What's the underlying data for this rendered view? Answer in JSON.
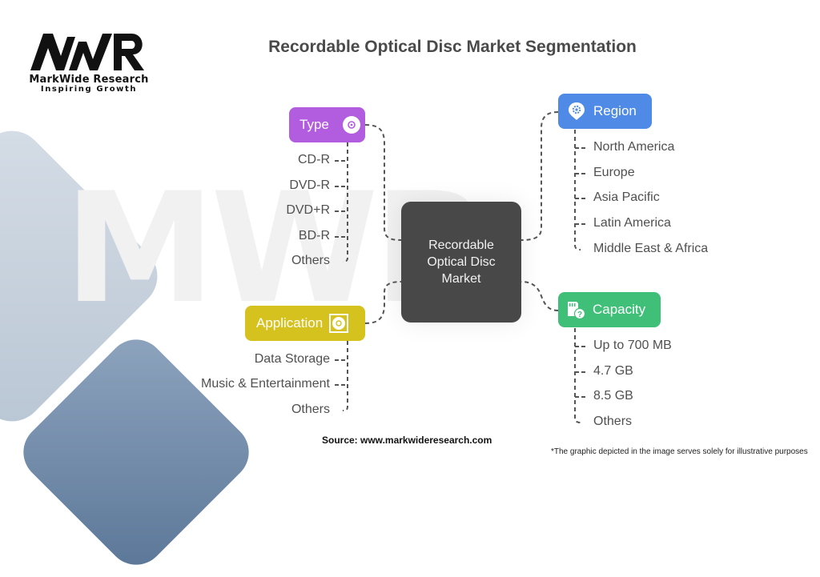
{
  "logo": {
    "mark": "MWR",
    "name": "MarkWide Research",
    "tagline": "Inspiring Growth"
  },
  "title": "Recordable Optical Disc Market Segmentation",
  "center": {
    "label": "Recordable Optical Disc Market",
    "color": "#484848"
  },
  "categories": [
    {
      "id": "type",
      "label": "Type",
      "icon": "disc-icon",
      "color": "#b25ce0",
      "items": [
        "CD-R",
        "DVD-R",
        "DVD+R",
        "BD-R",
        "Others"
      ]
    },
    {
      "id": "region",
      "label": "Region",
      "icon": "location-pin-gear-icon",
      "color": "#4f8ae6",
      "items": [
        "North America",
        "Europe",
        "Asia Pacific",
        "Latin America",
        "Middle East & Africa"
      ]
    },
    {
      "id": "application",
      "label": "Application",
      "icon": "disc-box-icon",
      "color": "#d6c21f",
      "items": [
        "Data Storage",
        "Music & Entertainment",
        "Others"
      ]
    },
    {
      "id": "capacity",
      "label": "Capacity",
      "icon": "memory-card-question-icon",
      "color": "#3fbf78",
      "items": [
        "Up to 700 MB",
        "4.7 GB",
        "8.5 GB",
        "Others"
      ]
    }
  ],
  "footer": {
    "source": "Source: www.markwideresearch.com",
    "disclaimer": "*The graphic depicted in the image serves solely for illustrative purposes"
  }
}
